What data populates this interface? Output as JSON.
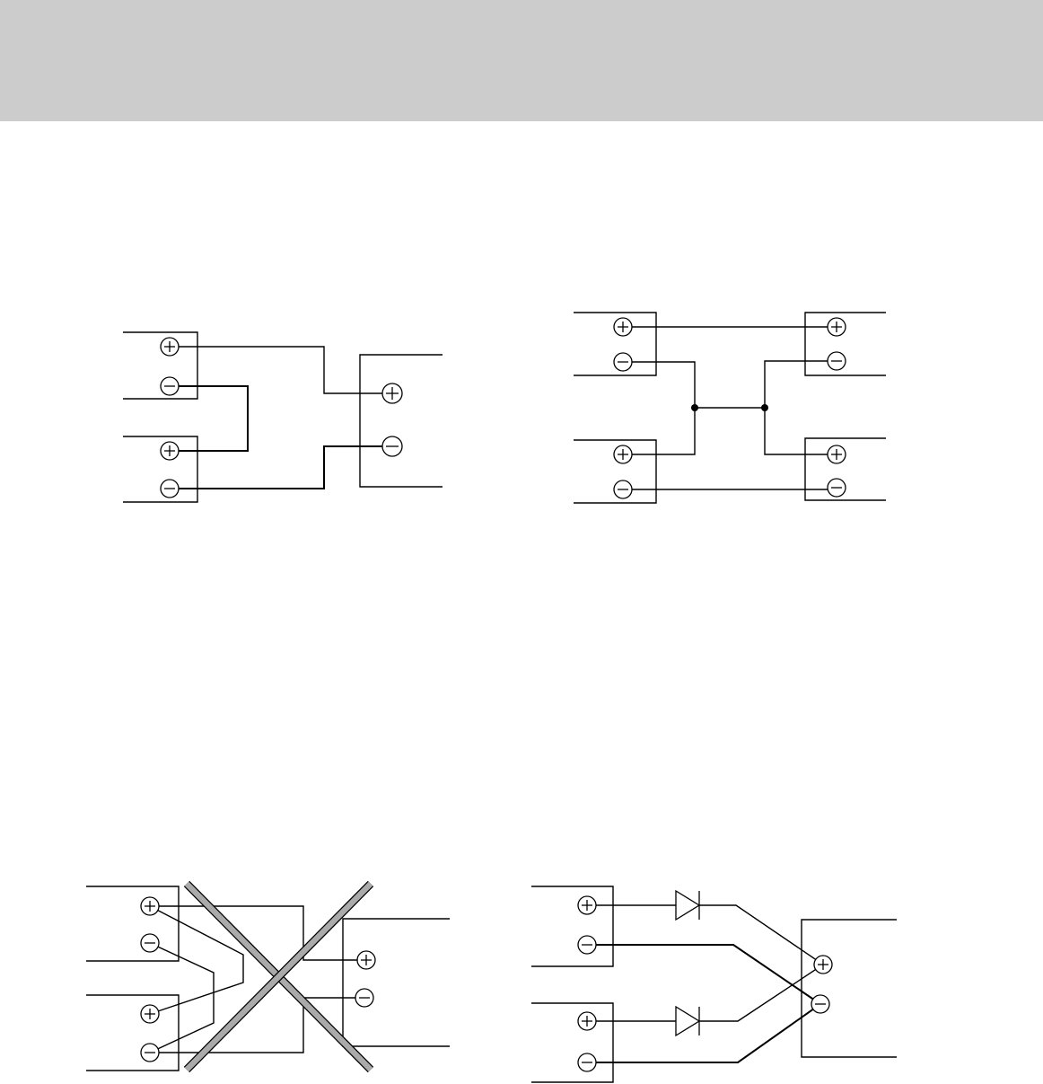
{
  "page": {
    "header_color": "#cccccc",
    "background": "#ffffff",
    "line_color": "#000000",
    "cross_color": "#aaaaaa"
  },
  "diagrams": [
    {
      "name": "series-connection",
      "shown_correct": true
    },
    {
      "name": "parallel-connection",
      "shown_correct": true
    },
    {
      "name": "incorrect-parallel-connection",
      "shown_correct": false
    },
    {
      "name": "diode-parallel-connection",
      "shown_correct": true
    }
  ],
  "icons": [
    "plus-terminal-icon",
    "minus-terminal-icon",
    "diode-icon",
    "junction-dot-icon",
    "cross-out-icon"
  ]
}
